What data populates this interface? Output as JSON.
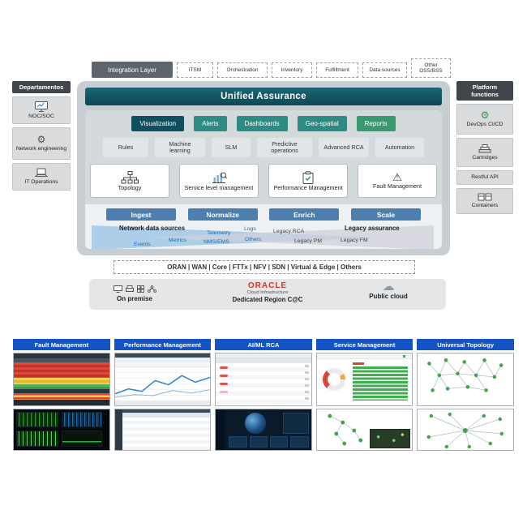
{
  "colors": {
    "teal_dark": "#0f4f5e",
    "teal": "#2c8c84",
    "green": "#379a6e",
    "pipeline_blue": "#4d7fae",
    "panel_gray": "#c7cdd1",
    "screenshot_header_blue": "#1453c4",
    "oracle_red": "#cf3a2a",
    "wedge_blue": "#9cc5e6",
    "dark_header": "#40464b"
  },
  "integration": {
    "label": "Integration Layer",
    "items": [
      "ITSM",
      "Orchestration",
      "Inventory",
      "Fulfillment",
      "Data sources",
      "Other OSS/BSS"
    ]
  },
  "departments": {
    "title": "Departamentos",
    "items": [
      {
        "label": "NOC/SOC"
      },
      {
        "label": "Network engineering"
      },
      {
        "label": "IT Operations"
      }
    ]
  },
  "platform": {
    "title": "Platform functions",
    "items": [
      {
        "label": "DevOps CI/CD"
      },
      {
        "label": "Cartridges"
      },
      {
        "label": "Restful API"
      },
      {
        "label": "Containers"
      }
    ]
  },
  "assurance": {
    "title": "Unified Assurance",
    "visualization": [
      "Visualization",
      "Alerts",
      "Dashboards",
      "Geo-spatial",
      "Reports"
    ],
    "capabilities": [
      "Rules",
      "Machine learning",
      "SLM",
      "Predictive operations",
      "Advanced RCA",
      "Automation"
    ],
    "modules": [
      "Topology",
      "Service level management",
      "Performance Management",
      "Fault Management"
    ],
    "pipeline": [
      "Ingest",
      "Normalize",
      "Enrich",
      "Scale"
    ],
    "network_sources_title": "Network data sources",
    "network_sources": [
      "Events",
      "Metrics",
      "Telemetry",
      "NMS/EMS",
      "Logs",
      "Others"
    ],
    "legacy_title": "Legacy assurance",
    "legacy": [
      "Legacy RCA",
      "Legacy PM",
      "Legacy FM"
    ]
  },
  "network_layer": "ORAN | WAN | Core | FTTx | NFV | SDN | Virtual & Edge | Others",
  "infrastructure": {
    "on_premise": "On premise",
    "oracle": "ORACLE",
    "oracle_sub": "Cloud Infrastructure",
    "region": "Dedicated Region C@C",
    "public_cloud": "Public cloud"
  },
  "screenshots": [
    {
      "title": "Fault Management"
    },
    {
      "title": "Performance Management"
    },
    {
      "title": "AI/ML RCA"
    },
    {
      "title": "Service Management"
    },
    {
      "title": "Universal Topology"
    }
  ]
}
